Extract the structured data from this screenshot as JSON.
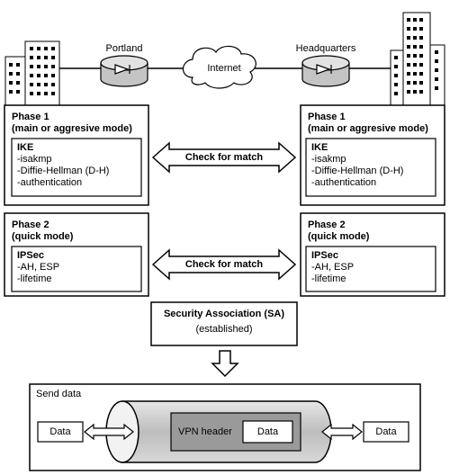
{
  "top": {
    "site_left": "Portland",
    "cloud": "Internet",
    "site_right": "Headquarters"
  },
  "phase1": {
    "left": {
      "title": "Phase 1",
      "subtitle": "(main or aggresive mode)",
      "inner_title": "IKE",
      "items": [
        "-isakmp",
        "-Diffie-Hellman (D-H)",
        "-authentication"
      ]
    },
    "right": {
      "title": "Phase 1",
      "subtitle": "(main or aggresive mode)",
      "inner_title": "IKE",
      "items": [
        "-isakmp",
        "-Diffie-Hellman (D-H)",
        "-authentication"
      ]
    },
    "arrow_label": "Check for match"
  },
  "phase2": {
    "left": {
      "title": "Phase 2",
      "subtitle": "(quick mode)",
      "inner_title": "IPSec",
      "items": [
        "-AH, ESP",
        "-lifetime"
      ]
    },
    "right": {
      "title": "Phase 2",
      "subtitle": "(quick mode)",
      "inner_title": "IPSec",
      "items": [
        "-AH, ESP",
        "-lifetime"
      ]
    },
    "arrow_label": "Check for match"
  },
  "sa": {
    "title": "Security Association (SA)",
    "subtitle": "(established)"
  },
  "send": {
    "title": "Send data",
    "data_left": "Data",
    "data_right": "Data",
    "vpn_header": "VPN header",
    "inner_data": "Data"
  },
  "colors": {
    "stroke": "#000000",
    "router_fill": "#d4d4d4",
    "tunnel_fill": "#c8c8c8",
    "header_fill": "#9a9a9a",
    "building_fill": "#ffffff"
  }
}
